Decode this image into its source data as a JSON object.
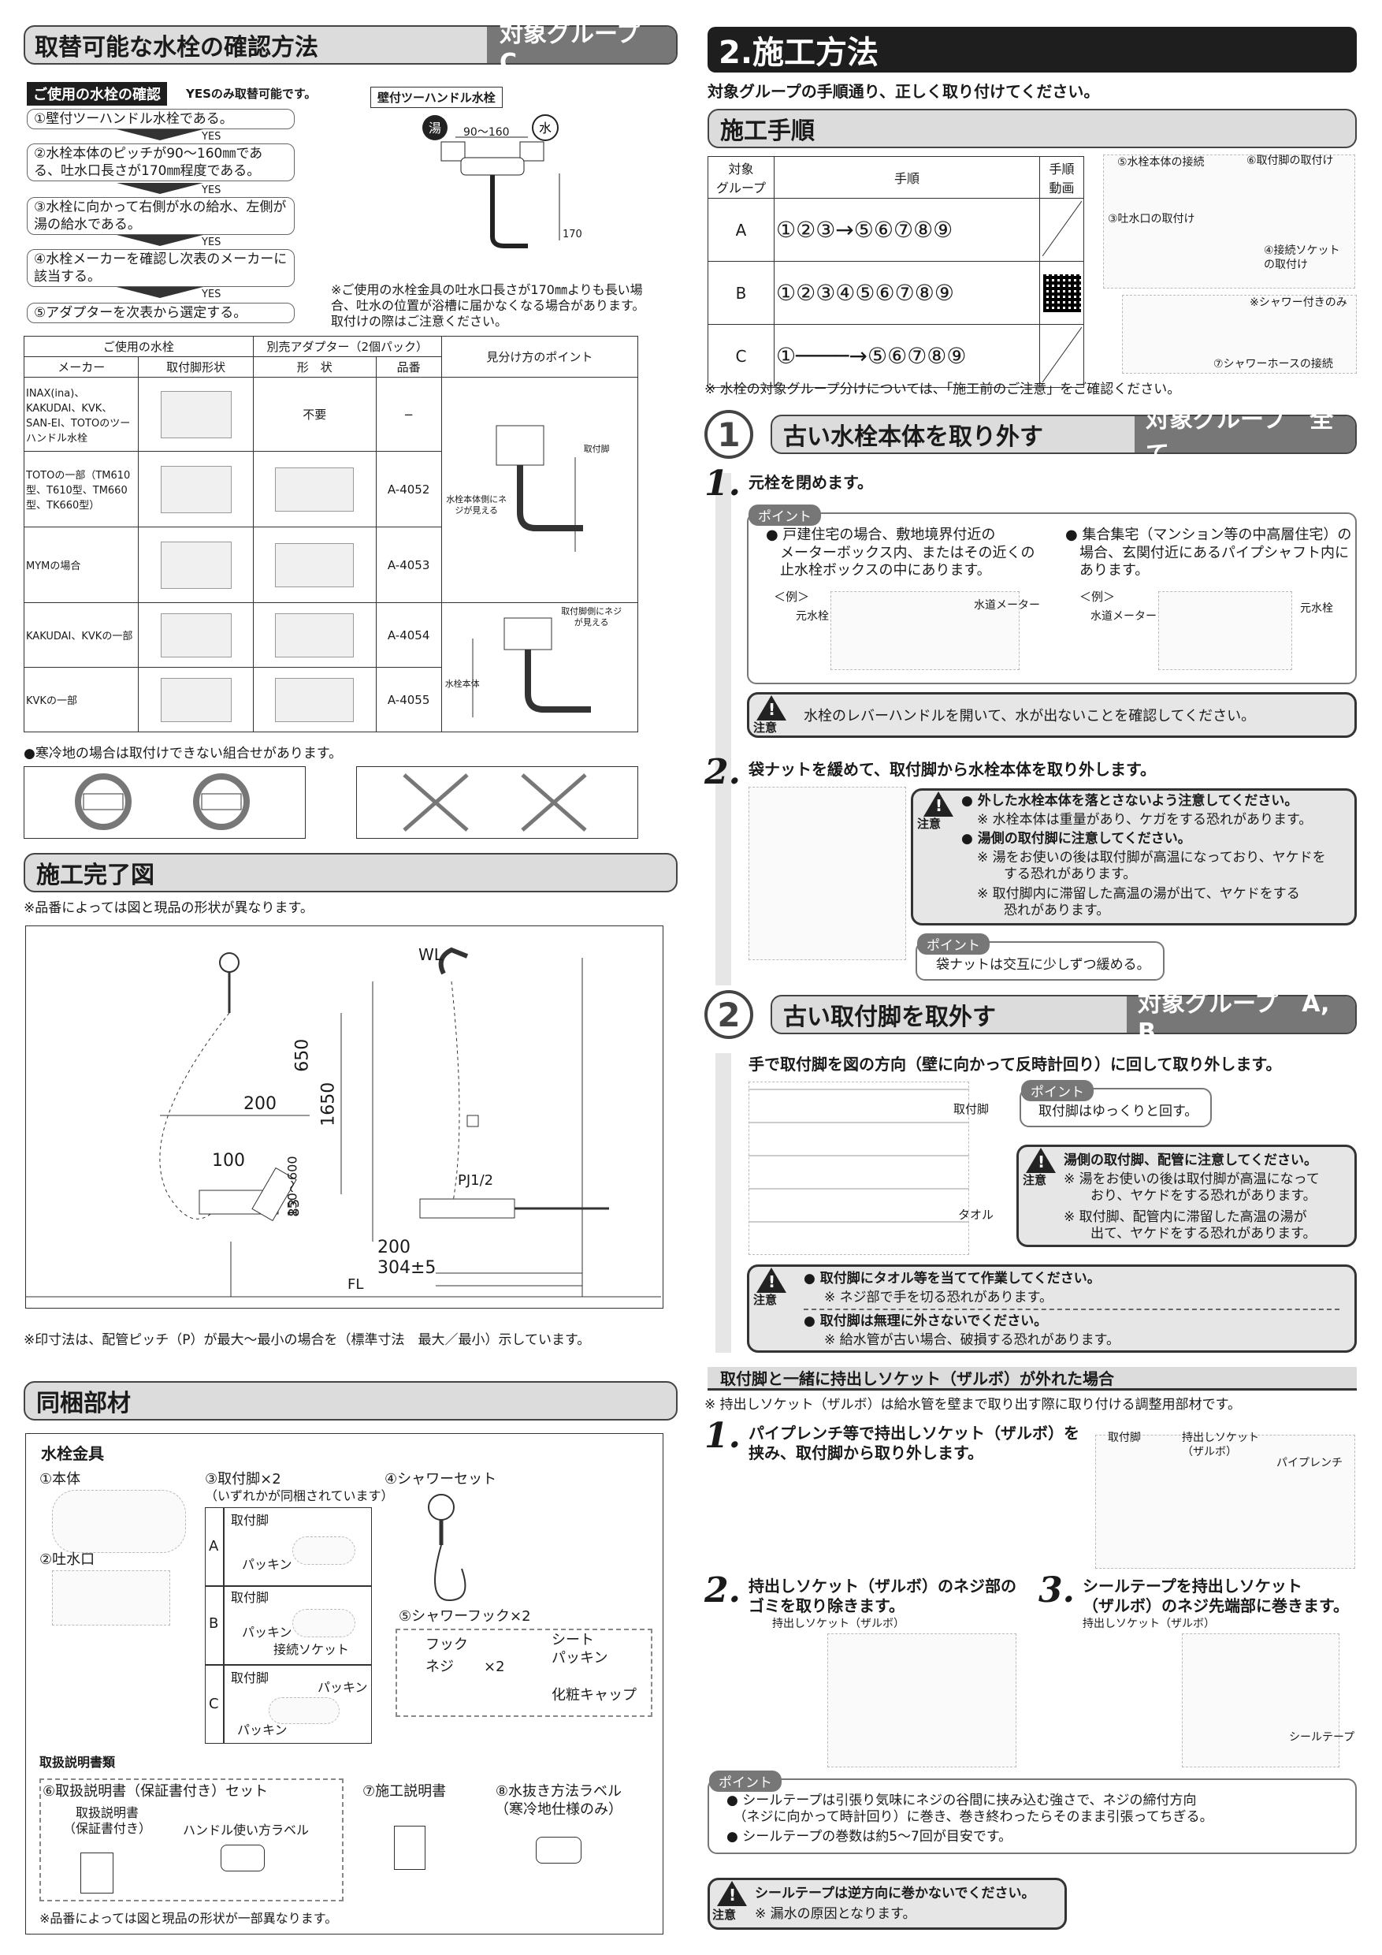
{
  "left": {
    "sec1_title": "取替可能な水栓の確認方法",
    "sec1_group": "対象グループ　C",
    "check_tag": "ご使用の水栓の確認",
    "check_note": "YESのみ取替可能です。",
    "steps": [
      "①壁付ツーハンドル水栓である。",
      "②水栓本体のピッチが90〜160㎜である、吐水口長さが170㎜程度である。",
      "③水栓に向かって右側が水の給水、左側が湯の給水である。",
      "④水栓メーカーを確認し次表のメーカーに該当する。",
      "⑤アダプターを次表から選定する。"
    ],
    "yes": "YES",
    "faucet_box": "壁付ツーハンドル水栓",
    "hot": "湯",
    "cold": "水",
    "pitch": "90〜160",
    "len170": "170",
    "faucet_note": "※ご使用の水栓金具の吐水口長さが170㎜よりも長い場合、吐水の位置が浴槽に届かなくなる場合があります。取付けの際はご注意ください。",
    "table": {
      "h1": "ご使用の水栓",
      "h2": "別売アダプター（2個パック）",
      "h3": "見分け方のポイント",
      "s1": "メーカー",
      "s2": "取付脚形状",
      "s3": "形　状",
      "s4": "品番",
      "rows": [
        {
          "maker": "INAX(ina)、KAKUDAI、KVK、SAN-EI、TOTOのツーハンドル水栓",
          "shape": "不要",
          "num": "−"
        },
        {
          "maker": "TOTOの一部（TM610型、T610型、TM660型、TK660型）",
          "shape": "",
          "num": "A-4052"
        },
        {
          "maker": "MYMの場合",
          "shape": "",
          "num": "A-4053"
        },
        {
          "maker": "KAKUDAI、KVKの一部",
          "shape": "",
          "num": "A-4054"
        },
        {
          "maker": "KVKの一部",
          "shape": "",
          "num": "A-4055"
        }
      ],
      "pt1": "水栓本体側にネジが見える",
      "pt2": "取付脚",
      "pt3": "取付脚側にネジが見える",
      "pt4": "水栓本体"
    },
    "cold_note": "●寒冷地の場合は取付けできない組合せがあります。",
    "sec2_title": "施工完了図",
    "sec2_note": "※品番によっては図と現品の形状が異なります。",
    "dims": {
      "wl": "WL",
      "d650": "650",
      "d200": "200",
      "d100": "100",
      "d1650": "1650",
      "d150": "150〜600",
      "d83": "83",
      "pj": "PJ1/2",
      "d200b": "200",
      "d304": "304±5",
      "fl": "FL"
    },
    "dim_note": "※印寸法は、配管ピッチ（P）が最大〜最小の場合を（標準寸法　最大／最小）示しています。",
    "sec3_title": "同梱部材",
    "parts_head": "水栓金具",
    "p1": "①本体",
    "p2": "②吐水口",
    "p3": "③取付脚×2",
    "p3b": "（いずれかが同梱されています）",
    "p4": "④シャワーセット",
    "pA": "A",
    "pB": "B",
    "pC": "C",
    "fA1": "取付脚",
    "fA2": "パッキン",
    "fB1": "取付脚",
    "fB2": "パッキン",
    "fB3": "接続ソケット",
    "fC1": "取付脚",
    "fC2": "パッキン",
    "fC3": "パッキン",
    "p5": "⑤シャワーフック×2",
    "p5a": "フック",
    "p5b": "ネジ",
    "p5c": "×2",
    "p5d": "シート\nパッキン",
    "p5e": "化粧キャップ",
    "manual_head": "取扱説明書類",
    "p6": "⑥取扱説明書（保証書付き）セット",
    "p6a": "取扱説明書\n（保証書付き）",
    "p6b": "ハンドル使い方ラベル",
    "p7": "⑦施工説明書",
    "p8": "⑧水抜き方法ラベル\n（寒冷地仕様のみ）",
    "parts_note": "※品番によっては図と現品の形状が一部異なります。"
  },
  "right": {
    "title": "2.施工方法",
    "intro": "対象グループの手順通り、正しく取り付けてください。",
    "sub": "施工手順",
    "table": {
      "h1": "対象\nグループ",
      "h2": "手順",
      "h3": "手順\n動画",
      "rows": [
        {
          "g": "A",
          "s": "①②③→⑤⑥⑦⑧⑨"
        },
        {
          "g": "B",
          "s": "①②③④⑤⑥⑦⑧⑨"
        },
        {
          "g": "C",
          "s": "①────→⑤⑥⑦⑧⑨"
        }
      ]
    },
    "diag": {
      "l5": "⑤水栓本体の接続",
      "l6": "⑥取付脚の取付け",
      "l3": "③吐水口の取付け",
      "l4": "④接続ソケット\nの取付け",
      "l7": "⑦シャワーホースの接続",
      "shower_only": "※シャワー付きのみ"
    },
    "group_note": "※ 水栓の対象グループ分けについては、「施工前のご注意」をご確認ください。",
    "s1": {
      "num": "1",
      "title": "古い水栓本体を取り外す",
      "group": "対象グループ　全て"
    },
    "s1_1": "元栓を閉めます。",
    "point": "ポイント",
    "pt_a": "● 戸建住宅の場合、敷地境界付近の\n　メーターボックス内、またはその近くの\n　止水栓ボックスの中にあります。",
    "pt_b": "● 集合集宅（マンション等の中高層住宅）の\n　場合、玄関付近にあるパイプシャフト内に\n　あります。",
    "ex": "＜例＞",
    "mv": "元水栓",
    "wm": "水道メーター",
    "wm2": "水道メーター",
    "mv2": "元水栓",
    "caution": "注意",
    "c1": "水栓のレバーハンドルを開いて、水が出ないことを確認してください。",
    "s1_2": "袋ナットを緩めて、取付脚から水栓本体を取り外します。",
    "c2a": "● 外した水栓本体を落とさないよう注意してください。",
    "c2b": "※ 水栓本体は重量があり、ケガをする恐れがあります。",
    "c2c": "● 湯側の取付脚に注意してください。",
    "c2d": "※ 湯をお使いの後は取付脚が高温になっており、ヤケドを\n　　する恐れがあります。",
    "c2e": "※ 取付脚内に滞留した高温の湯が出て、ヤケドをする\n　　恐れがあります。",
    "p2": "袋ナットは交互に少しずつ緩める。",
    "s2": {
      "num": "2",
      "title": "古い取付脚を取外す",
      "group": "対象グループ　A, B"
    },
    "s2_1": "手で取付脚を図の方向（壁に向かって反時計回り）に回して取り外します。",
    "lbl_leg": "取付脚",
    "lbl_towel": "タオル",
    "p3": "取付脚はゆっくりと回す。",
    "c3a": "湯側の取付脚、配管に注意してください。",
    "c3b": "※ 湯をお使いの後は取付脚が高温になって\n　　おり、ヤケドをする恐れがあります。",
    "c3c": "※ 取付脚、配管内に滞留した高温の湯が\n　　出て、ヤケドをする恐れがあります。",
    "c4a": "● 取付脚にタオル等を当てて作業してください。",
    "c4b": "※ ネジ部で手を切る恐れがあります。",
    "c4c": "● 取付脚は無理に外さないでください。",
    "c4d": "※ 給水管が古い場合、破損する恐れがあります。",
    "zarubo_head": "取付脚と一緒に持出しソケット（ザルボ）が外れた場合",
    "zarubo_note": "※ 持出しソケット（ザルボ）は給水管を壁まで取り出す際に取り付ける調整用部材です。",
    "z1": "パイプレンチ等で持出しソケット（ザルボ）を\n挟み、取付脚から取り外します。",
    "z1a": "取付脚",
    "z1b": "持出しソケット\n（ザルボ）",
    "z1c": "パイプレンチ",
    "z2": "持出しソケット（ザルボ）のネジ部の\nゴミを取り除きます。",
    "z2a": "持出しソケット（ザルボ）",
    "z3": "シールテープを持出しソケット\n（ザルボ）のネジ先端部に巻きます。",
    "z3a": "持出しソケット（ザルボ）",
    "z3b": "シールテープ",
    "p4a": "● シールテープは引張り気味にネジの谷間に挟み込む強さで、ネジの締付方向\n　（ネジに向かって時計回り）に巻き、巻き終わったらそのまま引張ってちぎる。",
    "p4b": "● シールテープの巻数は約5〜7回が目安です。",
    "c5a": "シールテープは逆方向に巻かないでください。",
    "c5b": "※ 漏水の原因となります。"
  }
}
